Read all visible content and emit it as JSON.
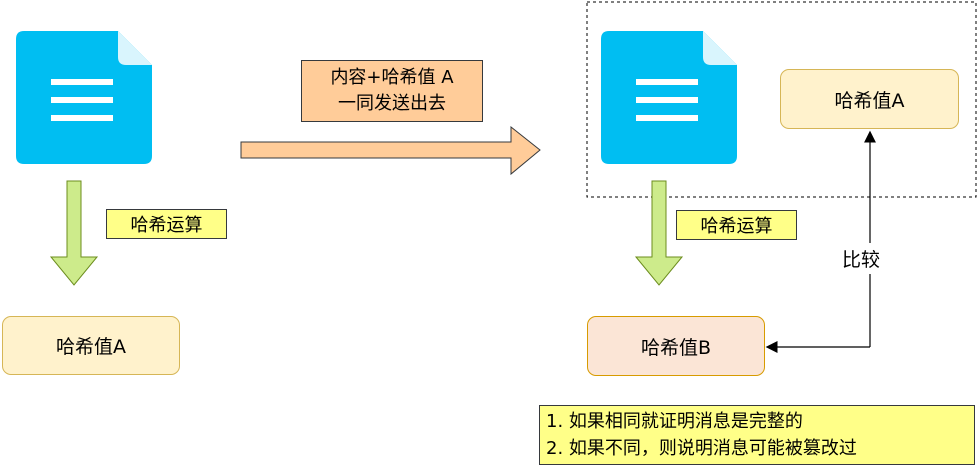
{
  "colors": {
    "doc_blue": "#00bef2",
    "arrow_green": "#cdeb8b",
    "arrow_green_stroke": "#6c8d1e",
    "arrow_orange": "#ffcc99",
    "hash_box_yellow": "#fff2cc",
    "hash_box_orange": "#fbe5d6",
    "label_yellow": "#ffff88"
  },
  "left": {
    "document_icon": "document-icon",
    "hash_op_label": "哈希运算",
    "hash_value": "哈希值A"
  },
  "send": {
    "line1": "内容+哈希值 A",
    "line2": "一同发送出去"
  },
  "right": {
    "document_icon": "document-icon",
    "received_hash": "哈希值A",
    "hash_op_label": "哈希运算",
    "computed_hash": "哈希值B",
    "compare_label": "比较"
  },
  "notes": [
    "1. 如果相同就证明消息是完整的",
    "2. 如果不同，则说明消息可能被篡改过"
  ]
}
